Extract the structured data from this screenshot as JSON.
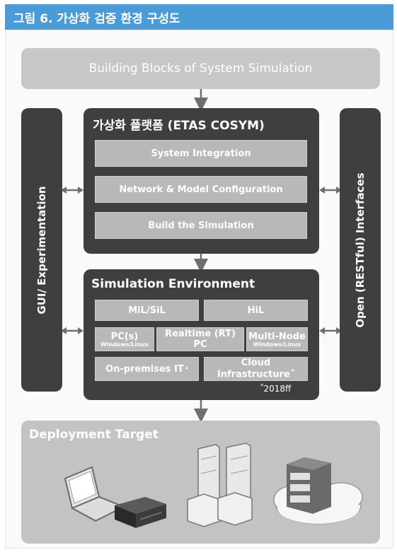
{
  "header": {
    "title": "그림 6. 가상화 검증 환경 구성도"
  },
  "top_block": {
    "label": "Building Blocks of System Simulation"
  },
  "left_panel": {
    "label": "GUI/ Experimentation"
  },
  "right_panel": {
    "label": "Open (RESTful) Interfaces"
  },
  "platform": {
    "title": "가상화 플랫폼 (ETAS COSYM)",
    "items": [
      "System Integration",
      "Network & Model Configuration",
      "Build the Simulation"
    ]
  },
  "sim_env": {
    "title": "Simulation Environment",
    "mil_sil": "MiL/SiL",
    "hil": "HiL",
    "pc_label": "PC(s)",
    "pc_sub": "Windows/Linux",
    "rt_pc": "Realtime (RT) PC",
    "multinode_label": "Multi-Node",
    "multinode_sub": "Windows/Linux",
    "onprem": "On-premises IT",
    "onprem_mark": "*",
    "cloud_line1": "Cloud",
    "cloud_line2": "Infrastructure",
    "cloud_mark": "*",
    "footnote_mark": "*",
    "footnote": "2018ff"
  },
  "deployment": {
    "title": "Deployment Target",
    "icons": [
      "laptop-icon",
      "embedded-box-icon",
      "server-tower-icon",
      "server-rack-icon",
      "cloud-icon"
    ]
  },
  "colors": {
    "header_blue": "#4a9bd6",
    "dark_panel": "#3f3f3f",
    "light_box": "#b8b8b8",
    "top_block": "#c7c7c7",
    "deploy_bg": "#c3c3c3"
  }
}
